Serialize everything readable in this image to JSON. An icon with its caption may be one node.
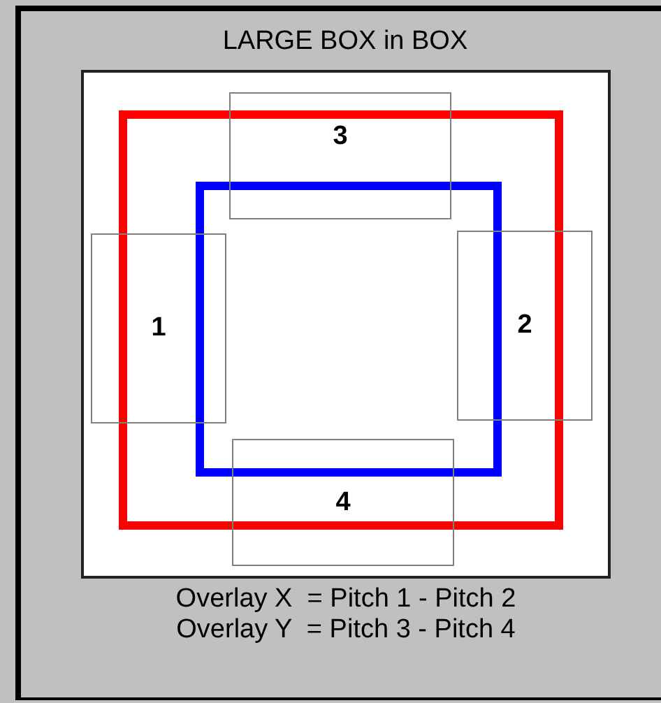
{
  "diagram": {
    "title": "LARGE BOX in BOX",
    "nodes": [
      {
        "text": [
          "3"
        ]
      },
      {
        "text": [
          "1"
        ]
      },
      {
        "text": [
          "2"
        ]
      },
      {
        "text": [
          "4"
        ]
      },
      {
        "text": [],
        "shape": "box"
      },
      {
        "text": [],
        "shape": "box",
        "in": 4
      }
    ],
    "labels": [
      "Overlay X  = Pitch 1 - Pitch 2",
      "Overlay Y  = Pitch 3 - Pitch 4"
    ]
  }
}
